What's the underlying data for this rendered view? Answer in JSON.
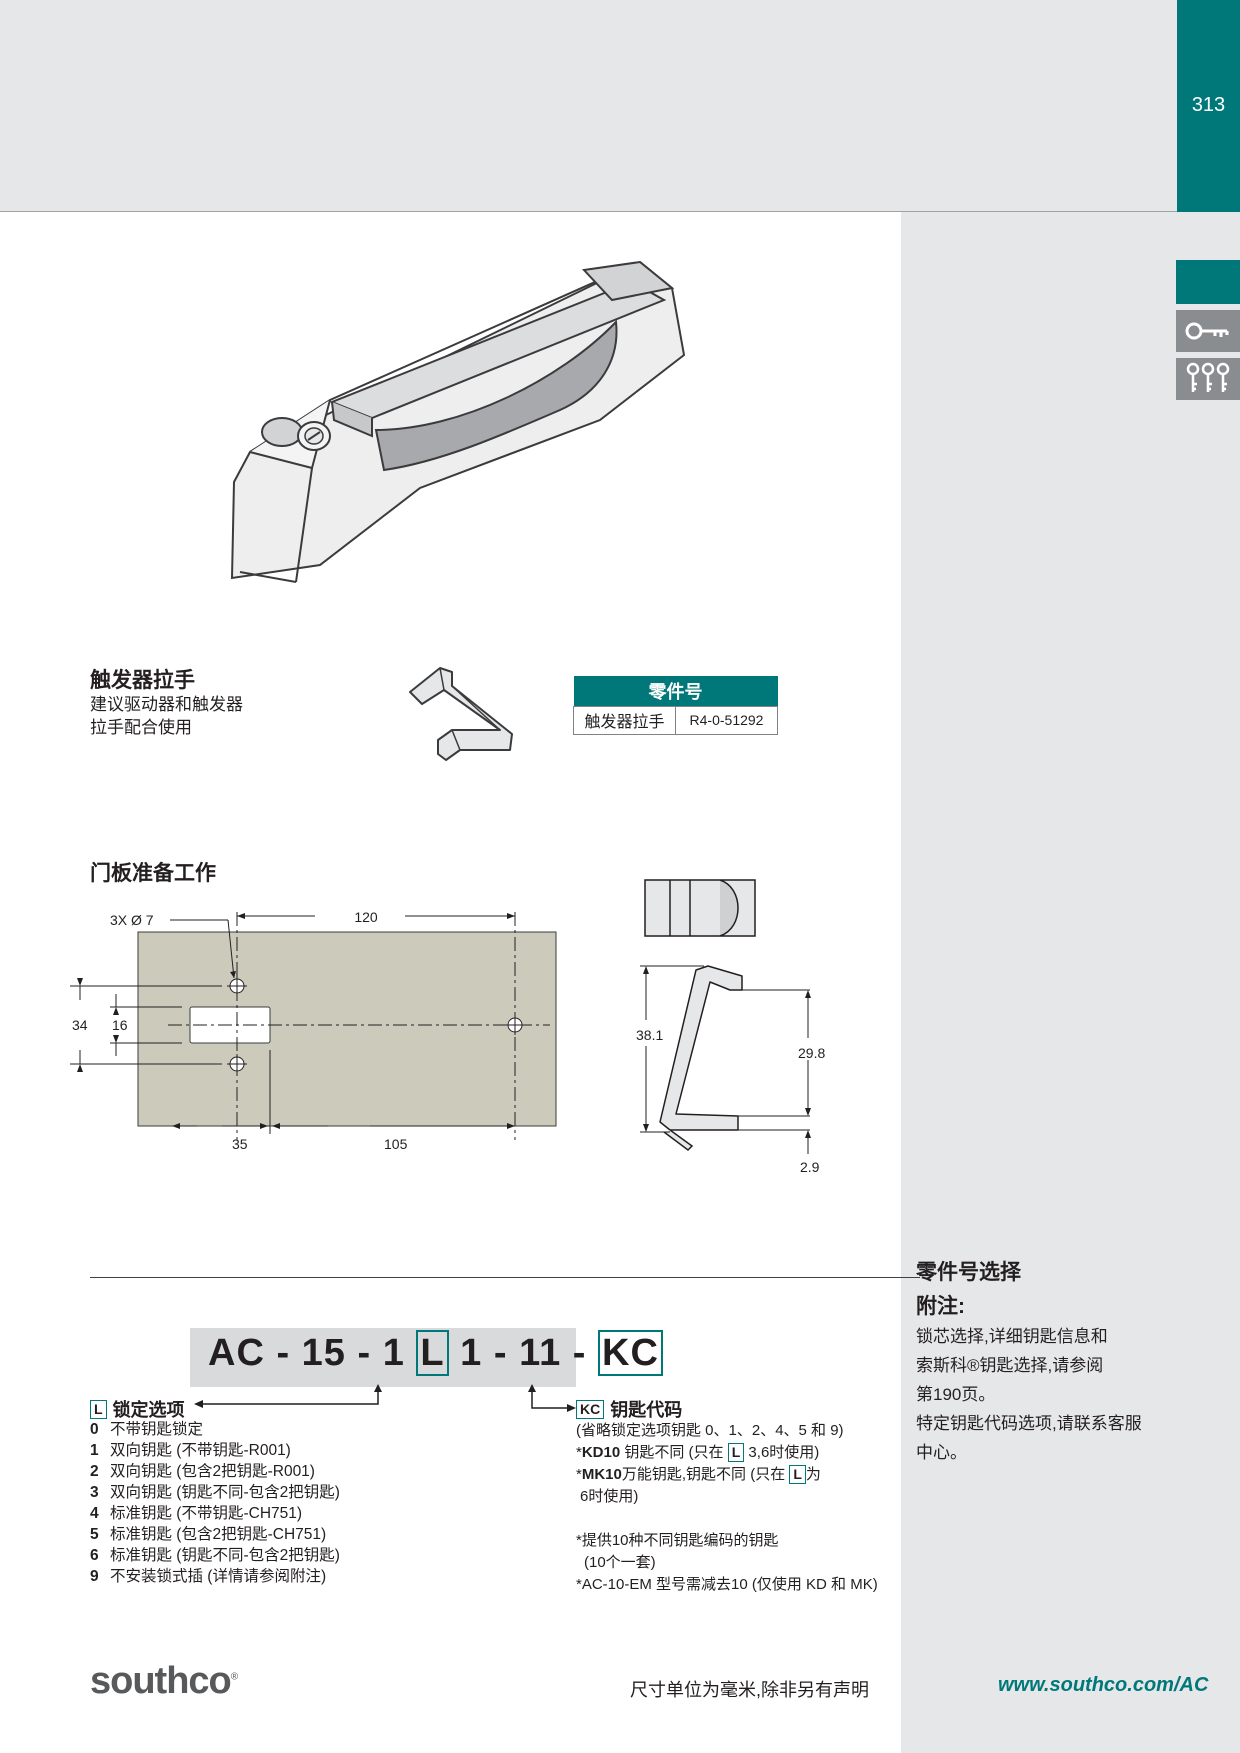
{
  "header": {
    "page_number": "313"
  },
  "trigger": {
    "title": "触发器拉手",
    "desc_line1": "建议驱动器和触发器",
    "desc_line2": "拉手配合使用",
    "table_header": "零件号",
    "row_name": "触发器拉手",
    "row_part": "R4-0-51292"
  },
  "panel": {
    "title": "门板准备工作",
    "hole_label": "3X Ø 7",
    "dim_120": "120",
    "dim_34": "34",
    "dim_16": "16",
    "dim_35": "35",
    "dim_105": "105",
    "dim_38_1": "38.1",
    "dim_29_8": "29.8",
    "dim_2_9": "2.9"
  },
  "part_selection": {
    "prefix": "AC - 15 - 1",
    "lock_box": "L",
    "middle": "1 - 11 -",
    "key_box": "KC",
    "lock_title": "锁定选项",
    "lock_options": [
      {
        "n": "0",
        "text": "不带钥匙锁定"
      },
      {
        "n": "1",
        "text": "双向钥匙 (不带钥匙-R001)"
      },
      {
        "n": "2",
        "text": "双向钥匙 (包含2把钥匙-R001)"
      },
      {
        "n": "3",
        "text": "双向钥匙 (钥匙不同-包含2把钥匙)"
      },
      {
        "n": "4",
        "text": "标准钥匙 (不带钥匙-CH751)"
      },
      {
        "n": "5",
        "text": "标准钥匙 (包含2把钥匙-CH751)"
      },
      {
        "n": "6",
        "text": "标准钥匙 (钥匙不同-包含2把钥匙)"
      },
      {
        "n": "9",
        "text": "不安装锁式插 (详情请参阅附注)"
      }
    ],
    "key_title": "钥匙代码",
    "key_line1": "(省略锁定选项钥匙 0、1、2、4、5 和 9)",
    "key_line2_a": "*",
    "key_line2_b": "KD10",
    "key_line2_c": " 钥匙不同 (只在 ",
    "key_line2_d": " 3,6时使用)",
    "key_line3_b": "MK10",
    "key_line3_c": "万能钥匙,钥匙不同 (只在 ",
    "key_line3_d": "为",
    "key_line4": "6时使用)",
    "key_line5": "*提供10种不同钥匙编码的钥匙",
    "key_line6": "(10个一套)",
    "key_line7": "*AC-10-EM 型号需减去10 (仅使用 KD 和 MK)"
  },
  "notes": {
    "section_title": "零件号选择",
    "title": "附注:",
    "line1": "锁芯选择,详细钥匙信息和",
    "line2": "索斯科®钥匙选择,请参阅",
    "line3": "第190页。",
    "line4": "特定钥匙代码选项,请联系客服",
    "line5": "中心。"
  },
  "footer": {
    "logo": "southco",
    "logo_reg": "®",
    "units": "尺寸单位为毫米,除非另有声明",
    "url": "www.southco.com/AC"
  },
  "icons": [
    "key-icon",
    "keys-icon"
  ],
  "colors": {
    "accent": "#00787a",
    "band": "#e6e7e8",
    "panel_fill": "#cccabb"
  }
}
